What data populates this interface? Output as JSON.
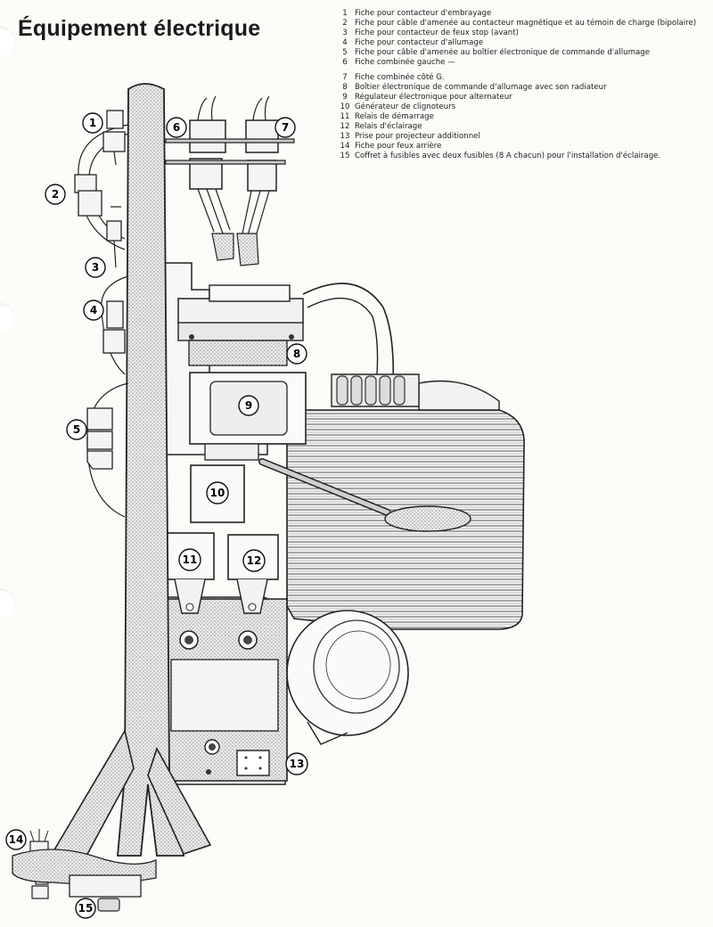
{
  "title": "Équipement électrique",
  "legend": [
    {
      "num": "1",
      "text": "Fiche pour contacteur d'embrayage"
    },
    {
      "num": "2",
      "text": "Fiche pour câble d'amenée au contacteur magnétique et au témoin de charge (bipolaire)"
    },
    {
      "num": "3",
      "text": "Fiche pour contacteur de feux stop (avant)"
    },
    {
      "num": "4",
      "text": "Fiche pour contacteur d'allumage"
    },
    {
      "num": "5",
      "text": "Fiche pour câble d'amenée au boîtier électronique de commande d'allumage"
    },
    {
      "num": "6",
      "text": "Fiche combinée gauche —"
    },
    {
      "num": "7",
      "text": "Fiche combinée côté G."
    },
    {
      "num": "8",
      "text": "Boîtier électronique de commande d'allumage avec son radiateur"
    },
    {
      "num": "9",
      "text": "Régulateur électronique pour alternateur"
    },
    {
      "num": "10",
      "text": "Générateur de clignoteurs"
    },
    {
      "num": "11",
      "text": "Relais de démarrage"
    },
    {
      "num": "12",
      "text": "Relais d'éclairage"
    },
    {
      "num": "13",
      "text": "Prise pour projecteur additionnel"
    },
    {
      "num": "14",
      "text": "Fiche pour feux arrière"
    },
    {
      "num": "15",
      "text": "Coffret à fusibles avec deux fusibles (8 A chacun) pour l'installation d'éclairage."
    }
  ],
  "callouts": [
    "1",
    "2",
    "3",
    "4",
    "5",
    "6",
    "7",
    "8",
    "9",
    "10",
    "11",
    "12",
    "13",
    "14",
    "15"
  ]
}
